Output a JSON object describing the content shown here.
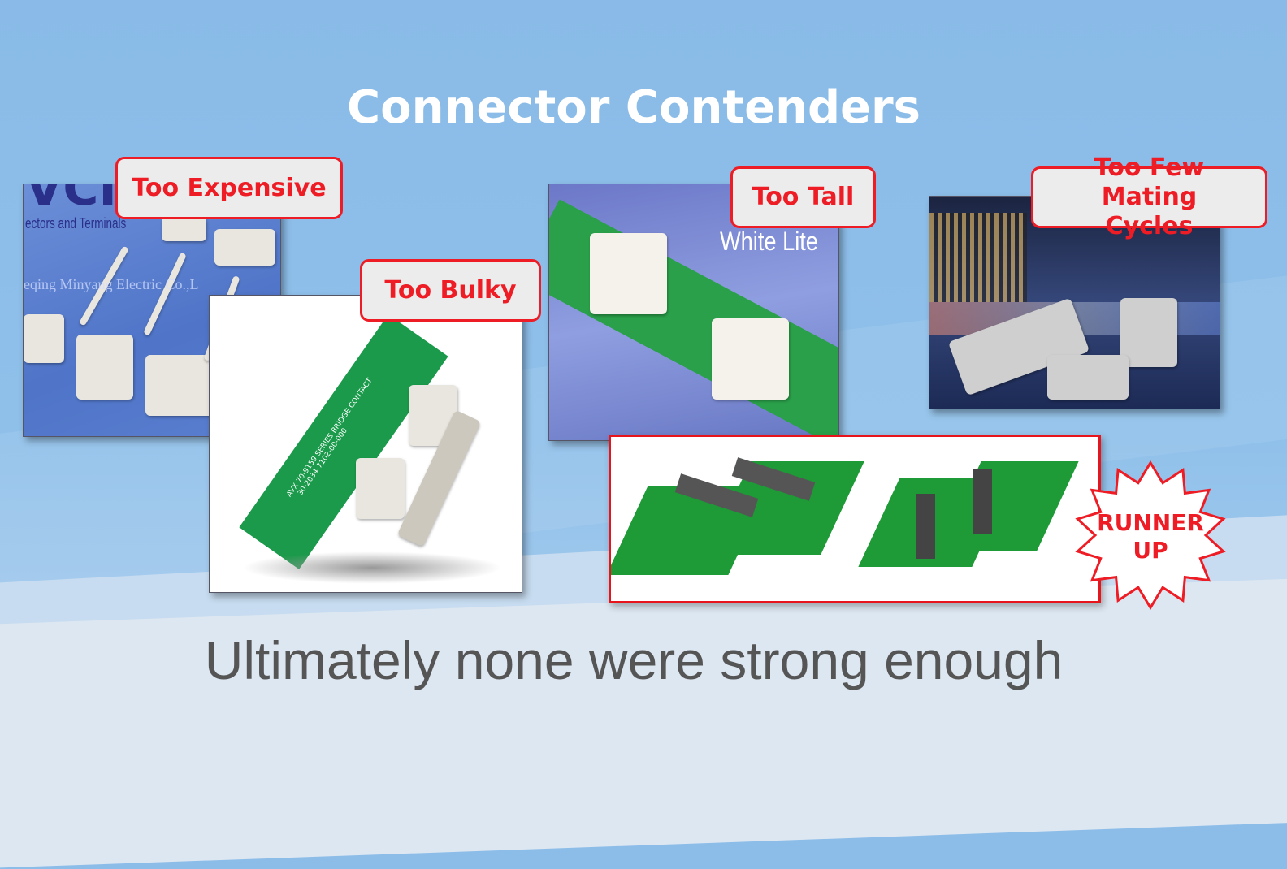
{
  "slide": {
    "title": "Connector Contenders",
    "footer": "Ultimately none were strong enough",
    "accent_color": "#ee1c24",
    "background_color": "#8cbde9"
  },
  "contenders": [
    {
      "label": "Too Expensive",
      "image_text": [
        "ectors and Terminals",
        "eqing Minyang Electric Co.,L"
      ]
    },
    {
      "label": "Too Bulky",
      "image_text": [
        "AVX 70-9159 SERIES BRIDGE CONTACT",
        "30-2034-7102-00-000"
      ]
    },
    {
      "label": "Too Tall",
      "image_text": [
        "White Lite"
      ]
    },
    {
      "label": "Too Few Mating Cycles",
      "image_text": []
    }
  ],
  "runner_up": {
    "badge": "RUNNER UP",
    "badge_line1": "RUNNER",
    "badge_line2": "UP"
  }
}
